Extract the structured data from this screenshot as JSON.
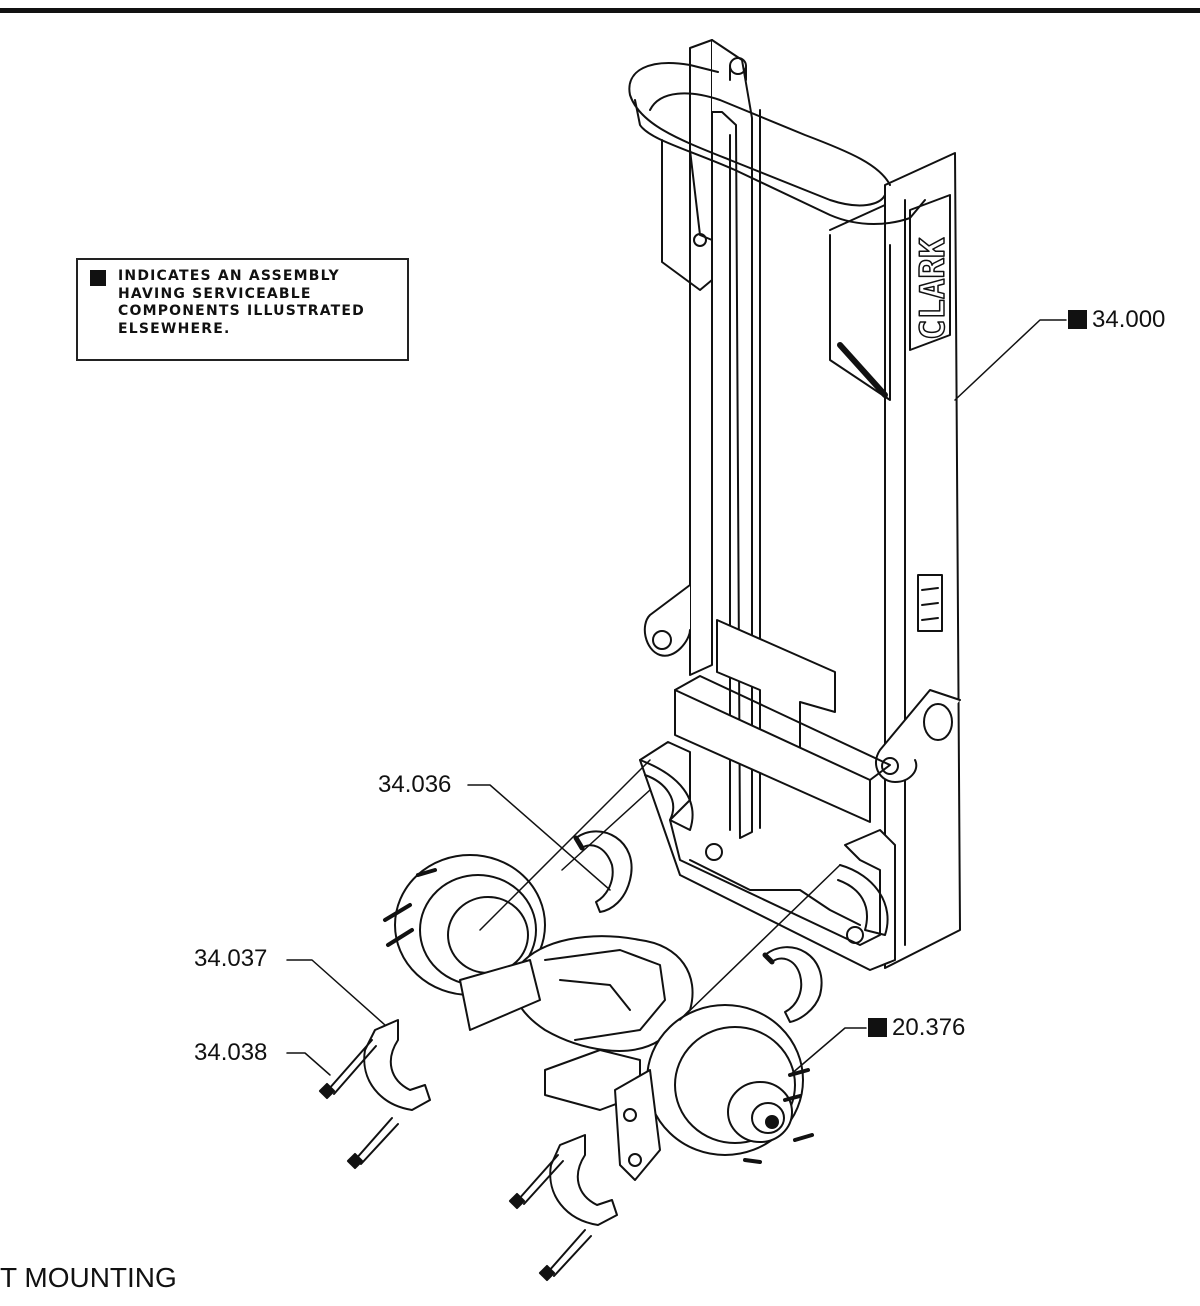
{
  "legend": {
    "lines": [
      "INDICATES AN ASSEMBLY",
      "HAVING SERVICEABLE",
      "COMPONENTS ILLUSTRATED",
      "ELSEWHERE."
    ]
  },
  "callouts": {
    "mast_assembly": "34.000",
    "axle_assembly": "20.376",
    "mounting_cap_upper": "34.036",
    "mounting_cap_lower": "34.037",
    "cap_bolt": "34.038"
  },
  "brand_lettering": "CLARK",
  "caption": "T MOUNTING"
}
